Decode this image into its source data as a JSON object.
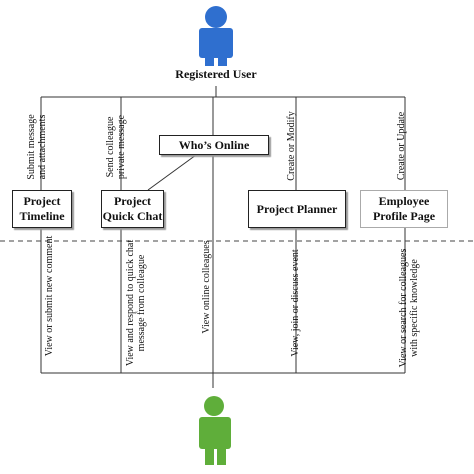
{
  "top_actor": {
    "label": "Registered User",
    "color": "#2f6fcf"
  },
  "bottom_actor": {
    "color": "#5fae3a"
  },
  "boxes": {
    "timeline": "Project\nTimeline",
    "quick_chat": "Project\nQuick Chat",
    "whos_online": "Who’s Online",
    "planner": "Project Planner",
    "profile": "Employee\nProfile Page"
  },
  "upper_labels": {
    "timeline": [
      "Submit message",
      "and attachments"
    ],
    "quick_chat": [
      "Send colleague",
      "private message"
    ],
    "planner": [
      "Create or Modify"
    ],
    "profile": [
      "Create or Update"
    ]
  },
  "lower_labels": {
    "timeline": [
      "View or submit new comment"
    ],
    "quick_chat": [
      "View and respond to quick chat",
      "message from colleague"
    ],
    "whos_online": [
      "View online colleagues"
    ],
    "planner": [
      "View, join or discuss event"
    ],
    "profile": [
      "View or search for colleagues",
      "with specific knowledge"
    ]
  }
}
